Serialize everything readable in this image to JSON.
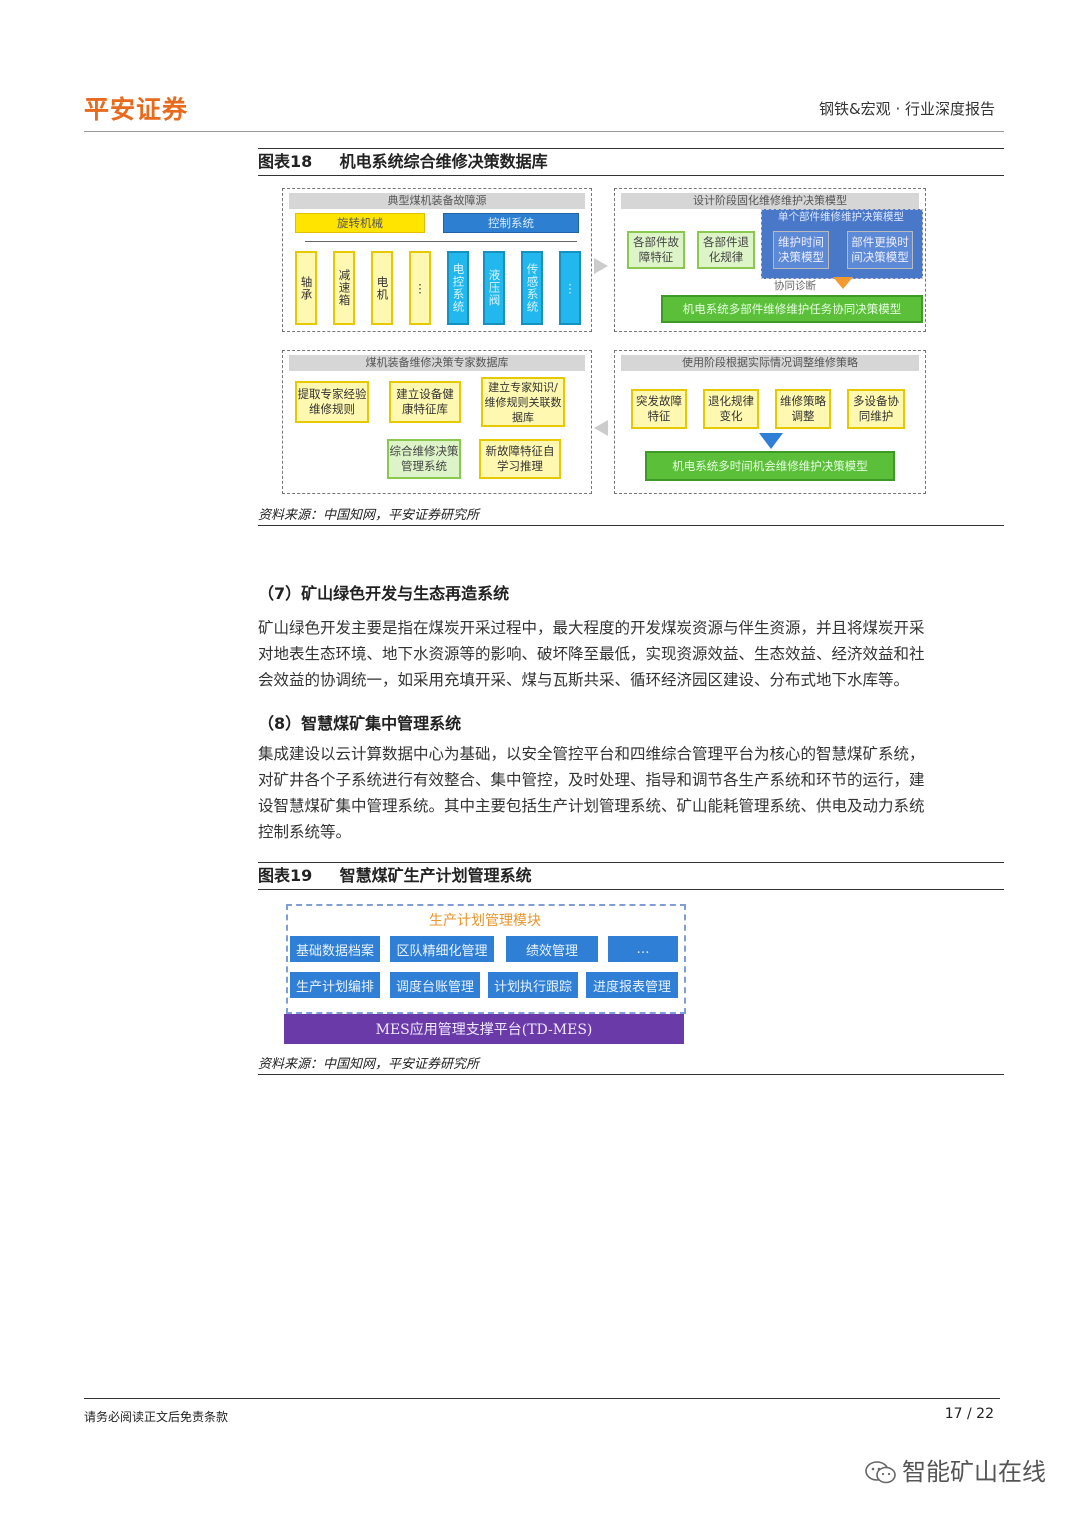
{
  "header": {
    "logo": "平安证券",
    "report_type": "钢铁&宏观 · 行业深度报告"
  },
  "figure18": {
    "num": "图表18",
    "title": "机电系统综合维修决策数据库",
    "source": "资料来源：中国知网，平安证券研究所",
    "panel_tl": {
      "title": "典型煤机装备故障源",
      "group_a": "旋转机械",
      "group_b": "控制系统",
      "items_a": [
        "轴承",
        "减速箱",
        "电机",
        "⋮"
      ],
      "items_b": [
        "电控系统",
        "液压阀",
        "传感系统",
        "⋮"
      ]
    },
    "panel_tr": {
      "title": "设计阶段固化维修维护决策模型",
      "box1": "各部件故障特征",
      "box2": "各部件退化规律",
      "single_title": "单个部件维修维护决策模型",
      "single1": "维护时间决策模型",
      "single2": "部件更换时间决策模型",
      "coop": "协同诊断",
      "bottom": "机电系统多部件维修维护任务协同决策模型"
    },
    "panel_bl": {
      "title": "煤机装备维修决策专家数据库",
      "box1": "提取专家经验维修规则",
      "box2": "建立设备健康特征库",
      "box3": "建立专家知识/维修规则关联数据库",
      "box4": "新故障特征自学习推理",
      "box5": "综合维修决策管理系统"
    },
    "panel_br": {
      "title": "使用阶段根据实际情况调整维修策略",
      "box1": "突发故障特征",
      "box2": "退化规律变化",
      "box3": "维修策略调整",
      "box4": "多设备协同维护",
      "bottom": "机电系统多时间机会维修维护决策模型"
    }
  },
  "section7": {
    "heading": "（7）矿山绿色开发与生态再造系统",
    "lines": [
      "矿山绿色开发主要是指在煤炭开采过程中，最大程度的开发煤炭资源与伴生资源，并且将煤炭开采",
      "对地表生态环境、地下水资源等的影响、破坏降至最低，实现资源效益、生态效益、经济效益和社",
      "会效益的协调统一，如采用充填开采、煤与瓦斯共采、循环经济园区建设、分布式地下水库等。"
    ]
  },
  "section8": {
    "heading": "（8）智慧煤矿集中管理系统",
    "lines": [
      "集成建设以云计算数据中心为基础，以安全管控平台和四维综合管理平台为核心的智慧煤矿系统，",
      "对矿井各个子系统进行有效整合、集中管控，及时处理、指导和调节各生产系统和环节的运行，建",
      "设智慧煤矿集中管理系统。其中主要包括生产计划管理系统、矿山能耗管理系统、供电及动力系统",
      "控制系统等。"
    ]
  },
  "figure19": {
    "num": "图表19",
    "title": "智慧煤矿生产计划管理系统",
    "module_title": "生产计划管理模块",
    "row1": [
      "基础数据档案",
      "区队精细化管理",
      "绩效管理",
      "…"
    ],
    "row2": [
      "生产计划编排",
      "调度台账管理",
      "计划执行跟踪",
      "进度报表管理"
    ],
    "platform": "MES应用管理支撑平台(TD-MES)",
    "source": "资料来源：中国知网，平安证券研究所"
  },
  "footer": {
    "disclaimer": "请务必阅读正文后免责条款",
    "page": "17 / 22",
    "watermark": "智能矿山在线"
  }
}
